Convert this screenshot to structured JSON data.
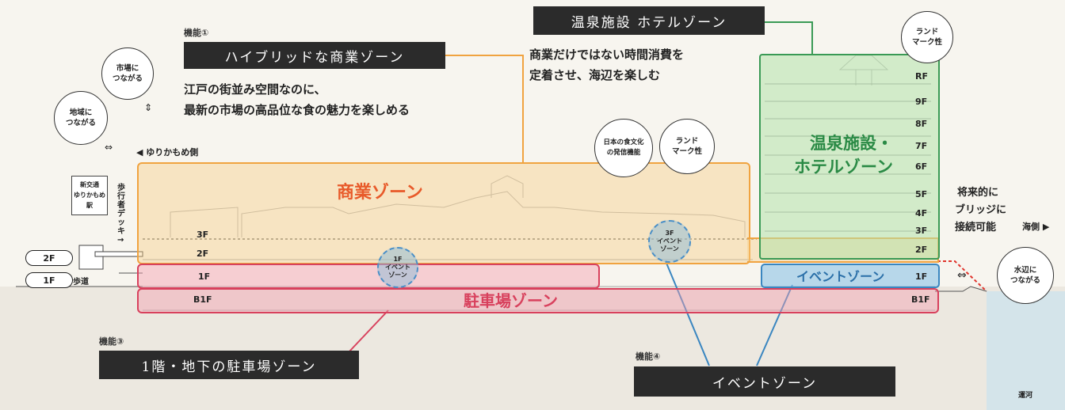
{
  "func1": {
    "label": "機能①",
    "title": "ハイブリッドな商業ゾーン",
    "desc1": "江戸の街並み空間なのに、",
    "desc2": "最新の市場の高品位な食の魅力を楽しめる"
  },
  "func2": {
    "title": "温泉施設 ホテルゾーン",
    "desc1": "商業だけではない時間消費を",
    "desc2": "定着させ、海辺を楽しむ"
  },
  "func3": {
    "label": "機能③",
    "title": "1階・地下の駐車場ゾーン"
  },
  "func4": {
    "label": "機能④",
    "title": "イベントゾーン"
  },
  "circles": {
    "market": "市場に\nつながる",
    "region": "地域に\nつながる",
    "landmark_top": "ランド\nマーク性",
    "food_culture": "日本の食文化\nの発信機能",
    "landmark_mid": "ランド\nマーク性",
    "waterside": "水辺に\nつながる"
  },
  "zones": {
    "commercial": "商業ゾーン",
    "parking": "駐車場ゾーン",
    "hotel_line1": "温泉施設・",
    "hotel_line2": "ホテルゾーン",
    "event": "イベントゾーン"
  },
  "event_circles": {
    "e1": "1F\nイベント\nゾーン",
    "e3": "3F\nイベント\nゾーン"
  },
  "labels": {
    "yurikamome_side": "◀ ゆりかもめ側",
    "station": "新交通\nゆりかもめ\n駅",
    "deck": "歩行者デッキ→",
    "sidewalk": "歩道",
    "sea_side": "海側 ▶",
    "bridge1": "将来的に",
    "bridge2": "ブリッジに",
    "bridge3": "接続可能",
    "canal": "運河",
    "pill_2f": "2F",
    "pill_1f": "1F"
  },
  "floors_left": [
    "3F",
    "2F",
    "1F",
    "B1F"
  ],
  "floors_right": [
    "RF",
    "9F",
    "8F",
    "7F",
    "6F",
    "5F",
    "4F",
    "3F",
    "2F",
    "1F",
    "B1F"
  ]
}
